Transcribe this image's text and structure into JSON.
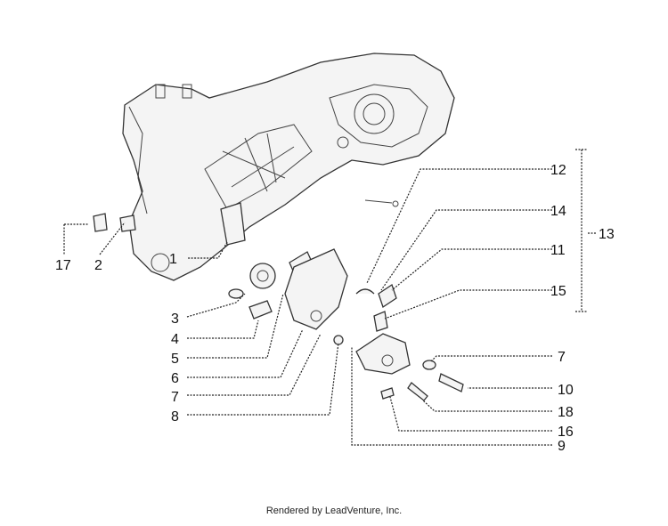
{
  "labels": [
    "1",
    "2",
    "3",
    "4",
    "5",
    "6",
    "7",
    "8",
    "9",
    "10",
    "11",
    "12",
    "13",
    "14",
    "15",
    "16",
    "17",
    "18"
  ],
  "extra_labels": {
    "seven_b": "7"
  },
  "footer": "Rendered by LeadVenture, Inc."
}
